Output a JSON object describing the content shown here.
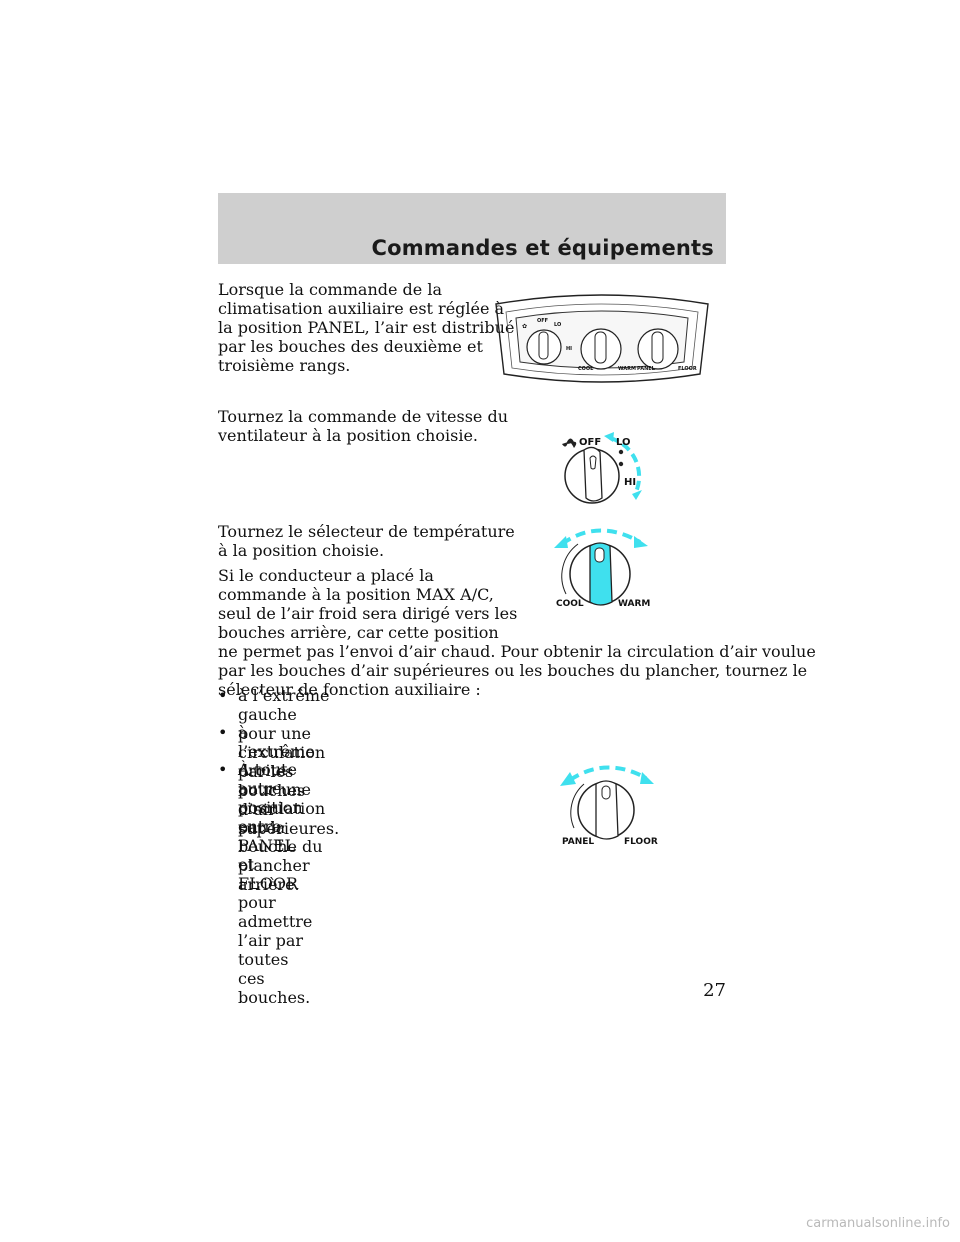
{
  "header": {
    "title": "Commandes et équipements"
  },
  "paragraphs": {
    "p1": [
      "Lorsque la commande de la",
      "climatisation auxiliaire est réglée à",
      "la position PANEL, l’air est distribué",
      "par les bouches des deuxième et",
      "troisième rangs."
    ],
    "p2": [
      "Tournez la commande de vitesse du",
      "ventilateur à la position choisie."
    ],
    "p3": [
      "Tournez le sélecteur de température",
      "à la position choisie."
    ],
    "p4": [
      "Si le conducteur a placé la",
      "commande à la position MAX A/C,",
      "seul de l’air froid sera dirigé vers les",
      "bouches arrière, car cette position",
      "ne permet pas l’envoi d’air chaud. Pour obtenir la circulation d’air voulue",
      "par les bouches d’air supérieures ou les bouches du plancher, tournez le",
      "sélecteur de fonction auxiliaire :"
    ]
  },
  "bullets": [
    {
      "marker": "•",
      "lines": [
        "à l’extrême gauche pour une circulation par les bouches d’air",
        "supérieures."
      ]
    },
    {
      "marker": "•",
      "lines": [
        "à l’extrême droite pour une circulation par la bouche du plancher",
        "arrière."
      ]
    },
    {
      "marker": "•",
      "lines": [
        "À toute autre position entre",
        "PANEL et FLOOR pour admettre",
        "l’air par toutes ces bouches."
      ]
    }
  ],
  "figures": {
    "panel": {
      "off": "OFF",
      "lo": "LO",
      "hi": "HI",
      "cool": "COOL",
      "warm": "WARM",
      "panel": "PANEL",
      "floor": "FLOOR"
    },
    "fan": {
      "off": "OFF",
      "lo": "LO",
      "hi": "HI",
      "icon": "fan-icon"
    },
    "temp": {
      "cool": "COOL",
      "warm": "WARM"
    },
    "mode": {
      "panel": "PANEL",
      "floor": "FLOOR"
    },
    "accent_color": "#3fe0ee"
  },
  "page_number": "27",
  "footer": "carmanualsonline.info"
}
